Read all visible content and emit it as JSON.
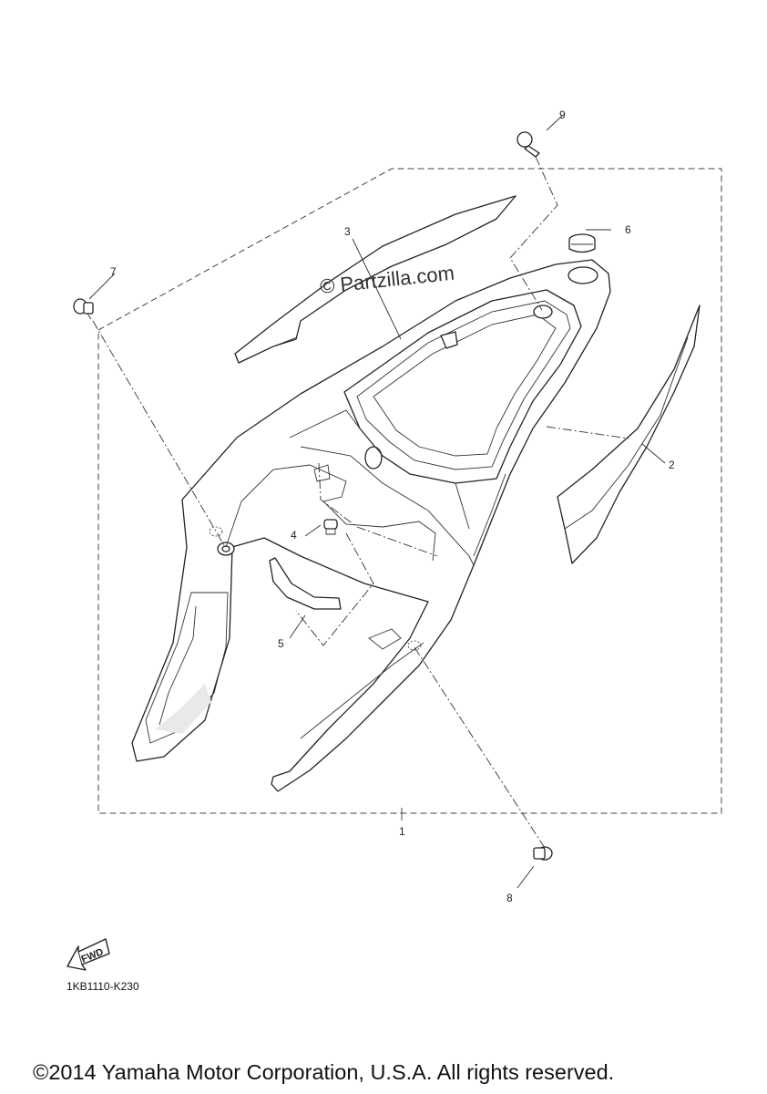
{
  "callouts": {
    "c1": "1",
    "c2": "2",
    "c3": "3",
    "c4": "4",
    "c5": "5",
    "c6": "6",
    "c7": "7",
    "c8": "8",
    "c9": "9"
  },
  "watermark": "© Partzilla.com",
  "fwd_label": "FWD",
  "diagram_code": "1KB1110-K230",
  "copyright": "©2014 Yamaha Motor Corporation, U.S.A. All rights reserved."
}
